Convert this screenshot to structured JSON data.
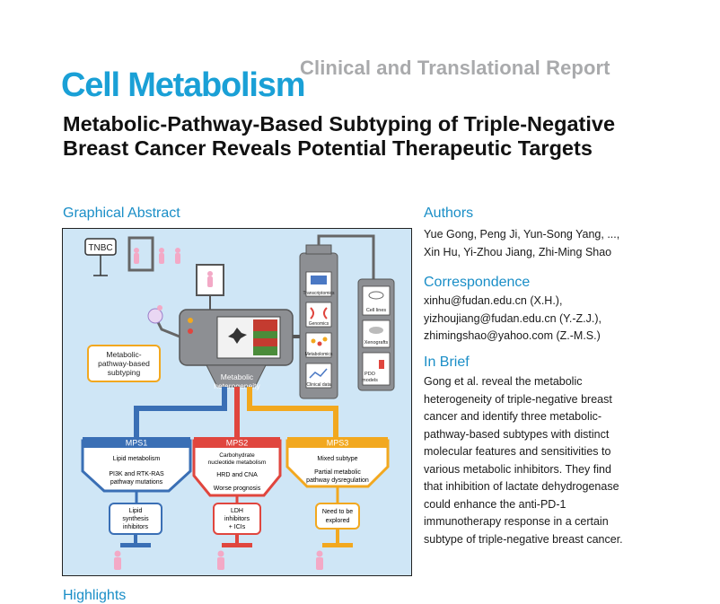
{
  "header": {
    "journal": "Cell Metabolism",
    "article_type": "Clinical and Translational Report"
  },
  "title": "Metabolic-Pathway-Based Subtyping of Triple-Negative Breast Cancer Reveals Potential Therapeutic Targets",
  "sections": {
    "graphical_abstract": "Graphical Abstract",
    "authors": "Authors",
    "correspondence": "Correspondence",
    "in_brief": "In Brief",
    "highlights": "Highlights"
  },
  "authors": {
    "lines": [
      "Yue Gong, Peng Ji, Yun-Song Yang, ...,",
      "Xin Hu, Yi-Zhou Jiang, Zhi-Ming Shao"
    ]
  },
  "correspondence": {
    "lines": [
      "xinhu@fudan.edu.cn (X.H.),",
      "yizhoujiang@fudan.edu.cn (Y.-Z.J.),",
      "zhimingshao@yahoo.com (Z.-M.S.)"
    ]
  },
  "in_brief": {
    "lines": [
      "Gong et al. reveal the metabolic",
      "heterogeneity of triple-negative breast",
      "cancer and identify three metabolic-",
      "pathway-based subtypes with distinct",
      "molecular features and sensitivities to",
      "various metabolic inhibitors. They find",
      "that inhibition of lactate dehydrogenase",
      "could enhance the anti-PD-1",
      "immunotherapy response in a certain",
      "subtype of triple-negative breast cancer."
    ]
  },
  "graphical_abstract": {
    "tnbc": "TNBC",
    "subtyping": [
      "Metabolic-",
      "pathway-based",
      "subtyping"
    ],
    "heterogeneity": [
      "Metabolic",
      "heterogeneity"
    ],
    "omics": [
      "Transcriptomics",
      "Genomics",
      "Metabolomics",
      "Clinical data"
    ],
    "models": [
      "Cell lines",
      "Xenografts",
      "PDO",
      "models"
    ],
    "mps1": {
      "label": "MPS1",
      "features": [
        "Lipid metabolism",
        "PI3K and RTK-RAS",
        "pathway mutations"
      ],
      "therapy": [
        "Lipid",
        "synthesis",
        "inhibitors"
      ]
    },
    "mps2": {
      "label": "MPS2",
      "features": [
        "Carbohydrate",
        "nucleotide metabolism",
        "HRD and CNA",
        "Worse prognosis"
      ],
      "therapy": [
        "LDH",
        "inhibitors",
        "+ ICIs"
      ]
    },
    "mps3": {
      "label": "MPS3",
      "features": [
        "Mixed subtype",
        "Partial metabolic",
        "pathway dysregulation"
      ],
      "therapy": [
        "Need to be",
        "explored"
      ]
    },
    "colors": {
      "mps1": "#3a6fb5",
      "mps2": "#e0463e",
      "mps3": "#f2a81f",
      "background": "#cfe6f6"
    }
  }
}
